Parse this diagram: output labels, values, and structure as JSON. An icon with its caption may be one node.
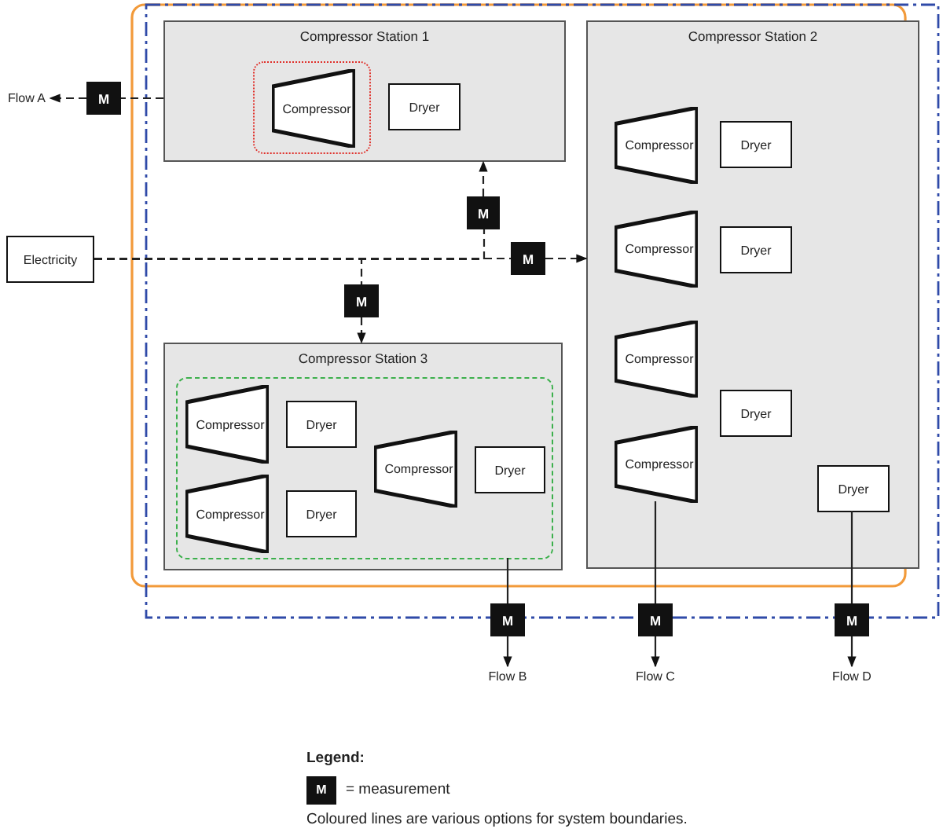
{
  "diagram": {
    "nodes": [
      {
        "text": [
          "Compressor Station 1"
        ]
      },
      {
        "text": [],
        "shape": "box",
        "in": 0
      },
      {
        "text": [
          "Compressor"
        ],
        "in": 1
      },
      {
        "text": [
          "Dryer"
        ],
        "in": 0
      },
      {
        "text": [
          "Compressor Station 2"
        ]
      },
      {
        "text": [
          "Compressor"
        ],
        "in": 4
      },
      {
        "text": [
          "Dryer"
        ],
        "in": 4
      },
      {
        "text": [
          "Compressor"
        ],
        "in": 4
      },
      {
        "text": [
          "Dryer"
        ],
        "in": 4
      },
      {
        "text": [
          "Compressor"
        ],
        "in": 4
      },
      {
        "text": [
          "Dryer"
        ],
        "in": 4
      },
      {
        "text": [
          "Compressor"
        ],
        "in": 4
      },
      {
        "text": [
          "Dryer"
        ],
        "in": 4
      },
      {
        "text": [
          "Flow A"
        ]
      },
      {
        "text": [
          "M"
        ]
      },
      {
        "text": [
          "Electricity"
        ]
      },
      {
        "text": [
          "M"
        ]
      },
      {
        "text": [
          "M"
        ]
      },
      {
        "text": [
          "M"
        ]
      },
      {
        "text": [
          "Compressor Station 3"
        ]
      },
      {
        "text": [],
        "shape": "box",
        "in": 19
      },
      {
        "text": [
          "Compressor"
        ],
        "in": 20
      },
      {
        "text": [
          "Dryer"
        ],
        "in": 20
      },
      {
        "text": [
          "Compressor"
        ],
        "in": 20
      },
      {
        "text": [
          "Dryer"
        ],
        "in": 20
      },
      {
        "text": [
          "Compressor"
        ],
        "in": 20
      },
      {
        "text": [
          "Dryer"
        ],
        "in": 20
      },
      {
        "text": [
          "M"
        ]
      },
      {
        "text": [
          "M"
        ]
      },
      {
        "text": [
          "M"
        ]
      },
      {
        "text": [
          "Flow B"
        ]
      },
      {
        "text": [
          "Flow C"
        ]
      },
      {
        "text": [
          "Flow D"
        ]
      }
    ],
    "edges": [
      {
        "from": 0,
        "to": 14,
        "arrow": "none",
        "style": "dashed"
      },
      {
        "from": 14,
        "to": 13,
        "arrow": "to",
        "style": "dashed"
      },
      {
        "from": 15,
        "to": 17,
        "arrow": "none",
        "style": "dashed"
      },
      {
        "from": 17,
        "to": 4,
        "arrow": "to",
        "style": "dashed"
      },
      {
        "from": 15,
        "to": 16,
        "arrow": "none",
        "style": "dashed"
      },
      {
        "from": 16,
        "to": 0,
        "arrow": "to",
        "style": "dashed"
      },
      {
        "from": 15,
        "to": 18,
        "arrow": "none",
        "style": "dashed"
      },
      {
        "from": 18,
        "to": 19,
        "arrow": "to",
        "style": "dashed"
      },
      {
        "from": 20,
        "to": 27,
        "arrow": "none"
      },
      {
        "from": 27,
        "to": 30,
        "arrow": "to"
      },
      {
        "from": 11,
        "to": 28,
        "arrow": "none"
      },
      {
        "from": 28,
        "to": 31,
        "arrow": "to"
      },
      {
        "from": 12,
        "to": 29,
        "arrow": "none"
      },
      {
        "from": 29,
        "to": 32,
        "arrow": "to"
      }
    ],
    "labels": [
      "Legend:",
      "M",
      "Coloured lines are various options for system boundaries."
    ],
    "legend": [
      {
        "text": "= measurement"
      }
    ]
  }
}
